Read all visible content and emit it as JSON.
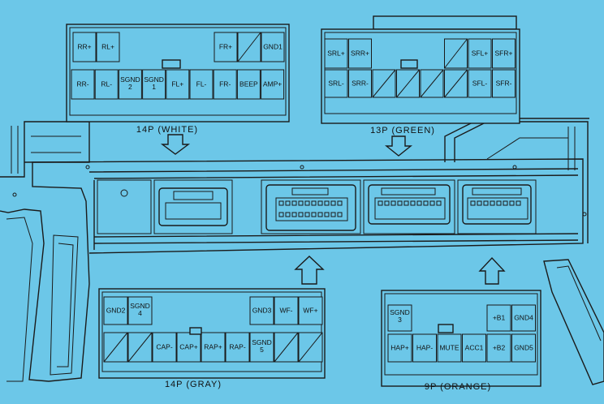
{
  "connectors": {
    "white14p": {
      "caption": "14P (WHITE)",
      "top": [
        "RR+",
        "RL+",
        "",
        "",
        "",
        "FR+",
        "",
        "GND1"
      ],
      "bottom": [
        "RR-",
        "RL-",
        "SGND 2",
        "SGND 1",
        "FL+",
        "FL-",
        "FR-",
        "BEEP",
        "AMP+"
      ]
    },
    "green13p": {
      "caption": "13P (GREEN)",
      "top": [
        "SRL+",
        "SRR+",
        "",
        "",
        "",
        "",
        "SFL+",
        "SFR+"
      ],
      "bottom": [
        "SRL-",
        "SRR-",
        "",
        "",
        "",
        "",
        "SFL-",
        "SFR-"
      ]
    },
    "gray14p": {
      "caption": "14P (GRAY)",
      "top": [
        "GND2",
        "SGND 4",
        "",
        "",
        "",
        "",
        "GND3",
        "WF-",
        "WF+"
      ],
      "bottom": [
        "",
        "",
        "CAP-",
        "CAP+",
        "RAP+",
        "RAP-",
        "SGND 5",
        "",
        ""
      ]
    },
    "orange9p": {
      "caption": "9P (ORANGE)",
      "top": [
        "SGND 3",
        "",
        "",
        "",
        "+B1",
        "GND4"
      ],
      "bottom": [
        "HAP+",
        "HAP-",
        "MUTE",
        "ACC1",
        "+B2",
        "GND5"
      ]
    }
  },
  "colors": {
    "background": "#6cc7e8",
    "line": "#1a1a1a"
  }
}
